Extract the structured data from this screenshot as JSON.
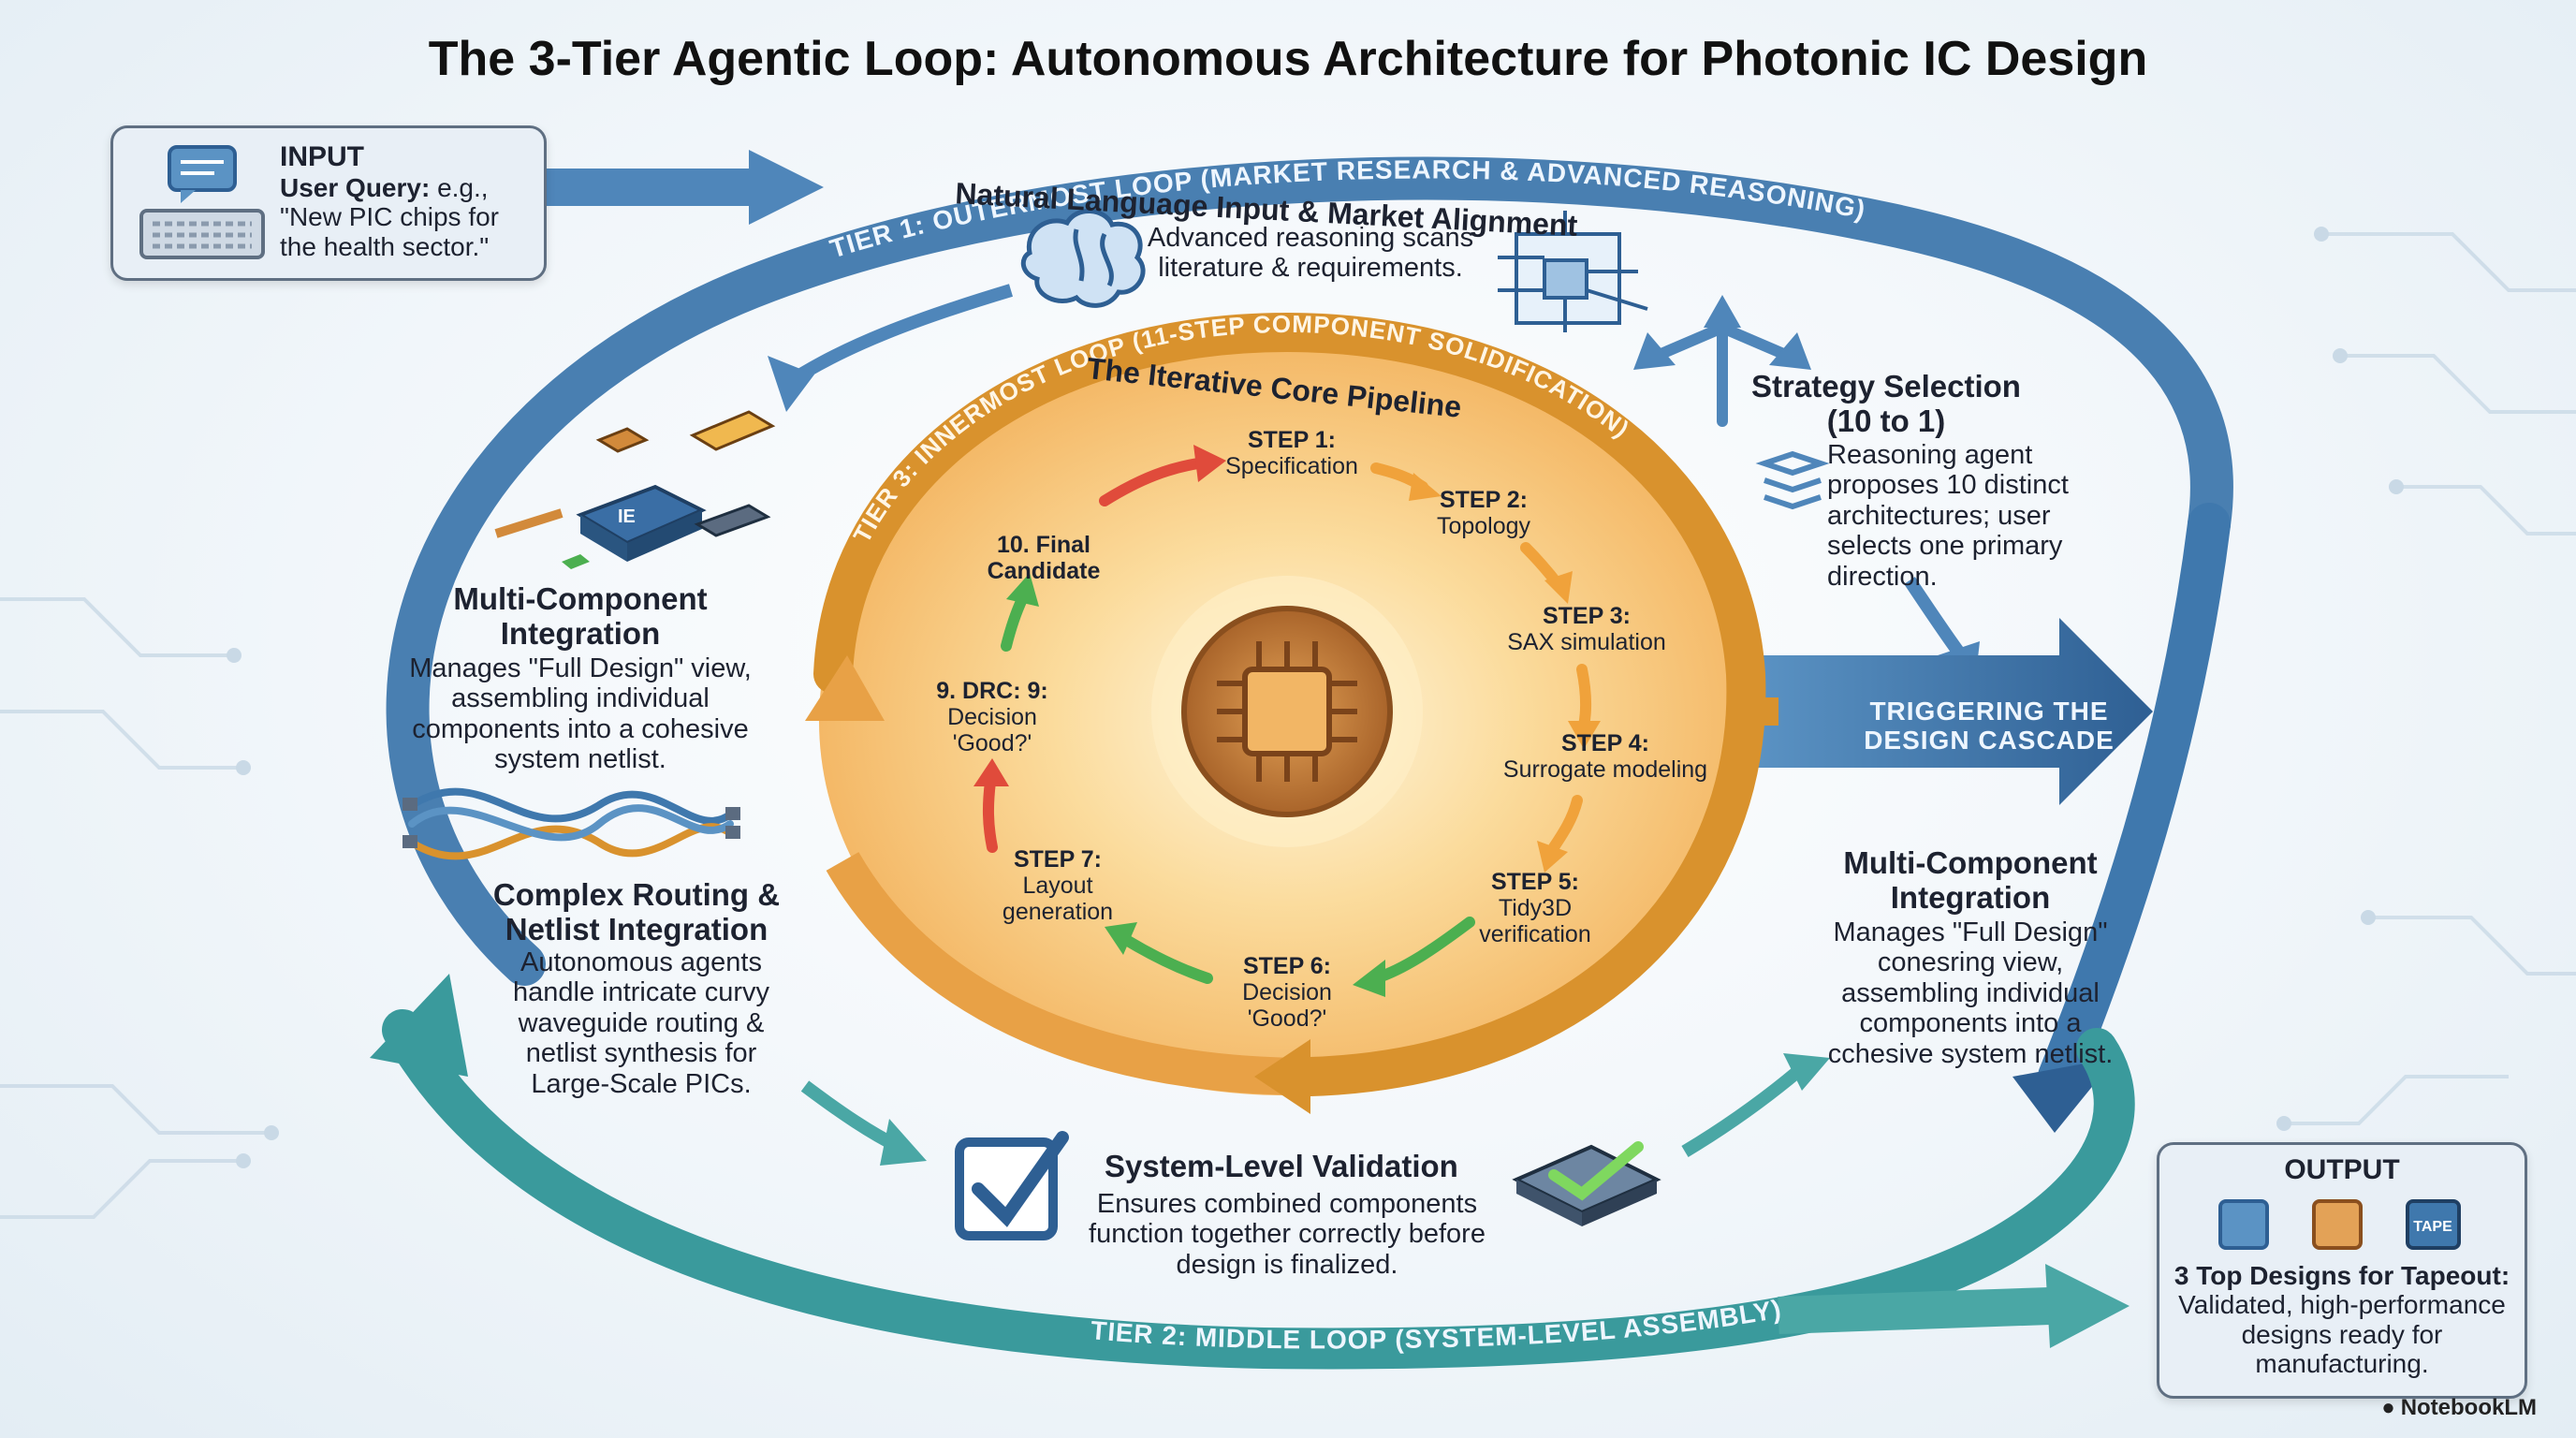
{
  "title": "The 3-Tier Agentic Loop: Autonomous Architecture for Photonic IC Design",
  "colors": {
    "tier1": "#3f78ad",
    "tier2": "#3a9a9c",
    "tier3": "#d9922d",
    "core": "#f6c77c",
    "success": "#4caf50",
    "alert": "#e04b3b"
  },
  "input": {
    "heading": "INPUT",
    "label": "User Query:",
    "text": " e.g., \"New PIC chips for the health sector.\""
  },
  "output": {
    "heading": "OUTPUT",
    "chip_label": "TAPE",
    "label": "3 Top Designs for Tapeout:",
    "text": " Validated, high-performance designs ready for manufacturing."
  },
  "tier1": {
    "label": "TIER 1: OUTERMOST LOOP (MARKET RESEARCH & ADVANCED REASONING)",
    "subtitle": "Natural Language Input & Market Alignment",
    "reasoning": "Advanced reasoning scans literature & requirements.",
    "strategy_title": "Strategy Selection (10 to 1)",
    "strategy_text": "Reasoning agent proposes 10 distinct architectures; user selects one primary direction.",
    "cascade": "TRIGGERING THE DESIGN CASCADE"
  },
  "tier2": {
    "label": "TIER 2: MIDDLE LOOP (SYSTEM-LEVEL ASSEMBLY)",
    "left_title": "Multi-Component Integration",
    "left_text": "Manages \"Full Design\" view, assembling individual components into a cohesive system netlist.",
    "routing_title": "Complex Routing & Netlist Integration",
    "routing_text": "Autonomous agents handle intricate curvy waveguide routing & netlist synthesis for Large-Scale PICs.",
    "validation_title": "System-Level Validation",
    "validation_text": "Ensures combined components function together correctly before design is finalized.",
    "right_title": "Multi-Component Integration",
    "right_text": "Manages \"Full Design\" conesring view, assembling individual components into a cchesive system netlist."
  },
  "tier3": {
    "label": "TIER 3: INNERMOST LOOP (11-STEP COMPONENT SOLIDIFICATION)",
    "subtitle": "The Iterative Core Pipeline",
    "ic_label": "IE",
    "steps": [
      {
        "title": "STEP 1:",
        "text": "Specification"
      },
      {
        "title": "STEP 2:",
        "text": "Topology"
      },
      {
        "title": "STEP 3:",
        "text": "SAX simulation"
      },
      {
        "title": "STEP 4:",
        "text": "Surrogate modeling"
      },
      {
        "title": "STEP 5:",
        "text": "Tidy3D verification"
      },
      {
        "title": "STEP 6:",
        "text": "Decision 'Good?'"
      },
      {
        "title": "STEP 7:",
        "text": "Layout generation"
      },
      {
        "title": "9. DRC: 9:",
        "text": "Decision 'Good?'"
      },
      {
        "title": "10. Final Candidate",
        "text": ""
      }
    ]
  },
  "brand": "NotebookLM"
}
